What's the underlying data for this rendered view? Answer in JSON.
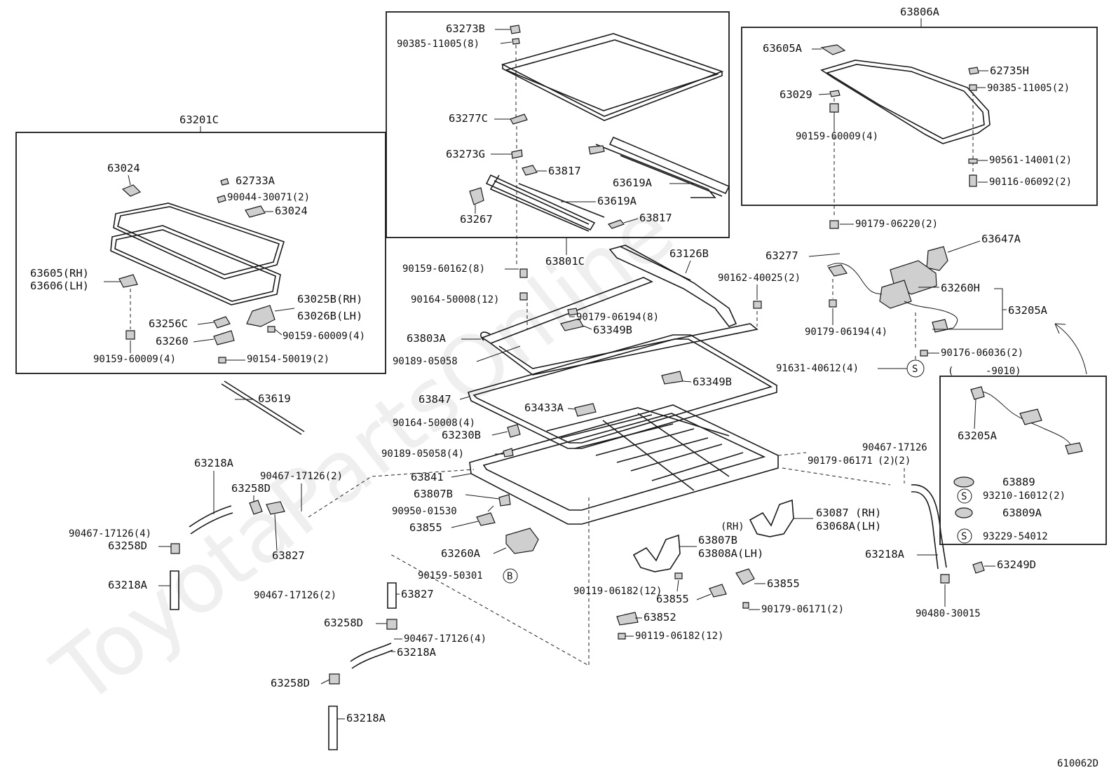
{
  "watermark": "ToyotaPartsOnline",
  "diagram_id": "610062D",
  "groups": {
    "g63201C": "63201C",
    "g63801C": "63801C",
    "g63806A": "63806A",
    "g63205A": "63205A"
  },
  "labels": {
    "p63273B": "63273B",
    "p90385_8": "90385-11005(8)",
    "p63277C": "63277C",
    "p63273G": "63273G",
    "p63817a": "63817",
    "p63619Aa": "63619A",
    "p63619Ab": "63619A",
    "p63267": "63267",
    "p63817b": "63817",
    "p63024a": "63024",
    "p62733A": "62733A",
    "p90044": "90044-30071(2)",
    "p63024b": "63024",
    "p63605RH": "63605(RH)",
    "p63606LH": "63606(LH)",
    "p63025B": "63025B(RH)",
    "p63026B": "63026B(LH)",
    "p63256C": "63256C",
    "p90159_4a": "90159-60009(4)",
    "p63260": "63260",
    "p90159_4b": "90159-60009(4)",
    "p90154": "90154-50019(2)",
    "p63605A": "63605A",
    "p62735H": "62735H",
    "p63029": "63029",
    "p90385_2": "90385-11005(2)",
    "p90159_4c": "90159-60009(4)",
    "p90561": "90561-14001(2)",
    "p90116": "90116-06092(2)",
    "p90179_6220": "90179-06220(2)",
    "p63647A": "63647A",
    "p63277": "63277",
    "p90162": "90162-40025(2)",
    "p63260H": "63260H",
    "p63205A": "63205A",
    "p90179_6194_4": "90179-06194(4)",
    "p90176": "90176-06036(2)",
    "p91631": "91631-40612(4)",
    "p9010": "-9010)",
    "p63126B": "63126B",
    "p90159_8": "90159-60162(8)",
    "p90164_12": "90164-50008(12)",
    "p90179_6194_8": "90179-06194(8)",
    "p63803A": "63803A",
    "p63349Ba": "63349B",
    "p90189a": "90189-05058",
    "p63349Bb": "63349B",
    "p63847": "63847",
    "p63433A": "63433A",
    "p63619": "63619",
    "p90164_4": "90164-50008(4)",
    "p63230B": "63230B",
    "p90189_4": "90189-05058(4)",
    "p63218Aa": "63218A",
    "p90467_2a": "90467-17126(2)",
    "p63258Da": "63258D",
    "p63841": "63841",
    "p63807Ba": "63807B",
    "p90950": "90950-01530",
    "p90467_4a": "90467-17126(4)",
    "p63258Db": "63258D",
    "p63855a": "63855",
    "p63827a": "63827",
    "p63260A": "63260A",
    "p63218Ab": "63218A",
    "p90159_50301": "90159-50301",
    "p90467_2b": "90467-17126(2)",
    "p63827b": "63827",
    "p63258Dc": "63258D",
    "p90467_4b": "90467-17126(4)",
    "p63218Ac": "63218A",
    "p63258Dd": "63258D",
    "p63218Ad": "63218A",
    "p90467_2c": "90467-17126",
    "p90467_2c2": "(2)",
    "p90179_6171a": "90179-06171",
    "p90179_6171a2": "(2)",
    "p63087": "63087 (RH)",
    "p63068A": "63068A(LH)",
    "pRH": "(RH)",
    "p63807Bb": "63807B",
    "p63808A": "63808A(LH)",
    "p90119_12a": "90119-06182(12)",
    "p63855b": "63855",
    "p63855c": "63855",
    "p90179_6171b": "90179-06171(2)",
    "p63852": "63852",
    "p90119_12b": "90119-06182(12)",
    "p63218Ae": "63218A",
    "p63249D": "63249D",
    "p90480": "90480-30015",
    "p63205Ab": "63205A",
    "p63889": "63889",
    "p93210": "93210-16012(2)",
    "p63809A": "63809A",
    "p93229": "93229-54012"
  },
  "symbols": {
    "s_letter": "S",
    "b_letter": "B"
  }
}
